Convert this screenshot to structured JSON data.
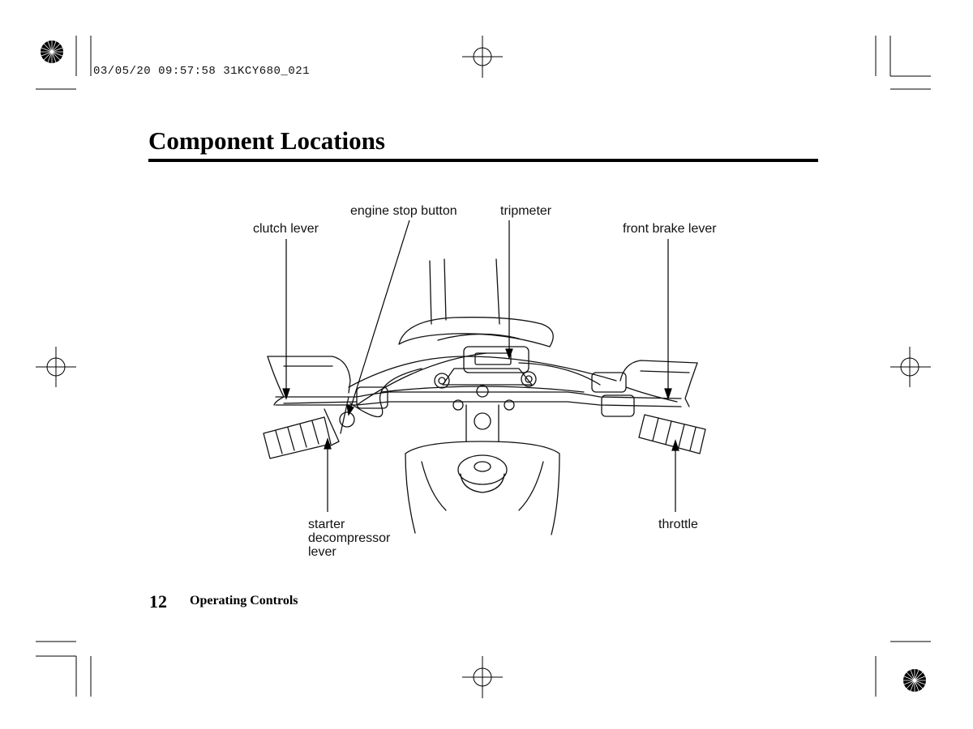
{
  "print_slug": "03/05/20 09:57:58 31KCY680_021",
  "page_title": "Component Locations",
  "figure": {
    "labels": {
      "clutch_lever": "clutch lever",
      "engine_stop_button": "engine stop button",
      "tripmeter": "tripmeter",
      "front_brake_lever": "front brake lever",
      "starter_decompressor_lever": [
        "starter",
        "decompressor",
        "lever"
      ],
      "throttle": "throttle"
    },
    "icons": [
      "registration-mark-icon",
      "crosshair-icon",
      "crop-mark-icon",
      "handlebar-illustration"
    ]
  },
  "footer": {
    "page_number": "12",
    "section_title": "Operating Controls"
  }
}
